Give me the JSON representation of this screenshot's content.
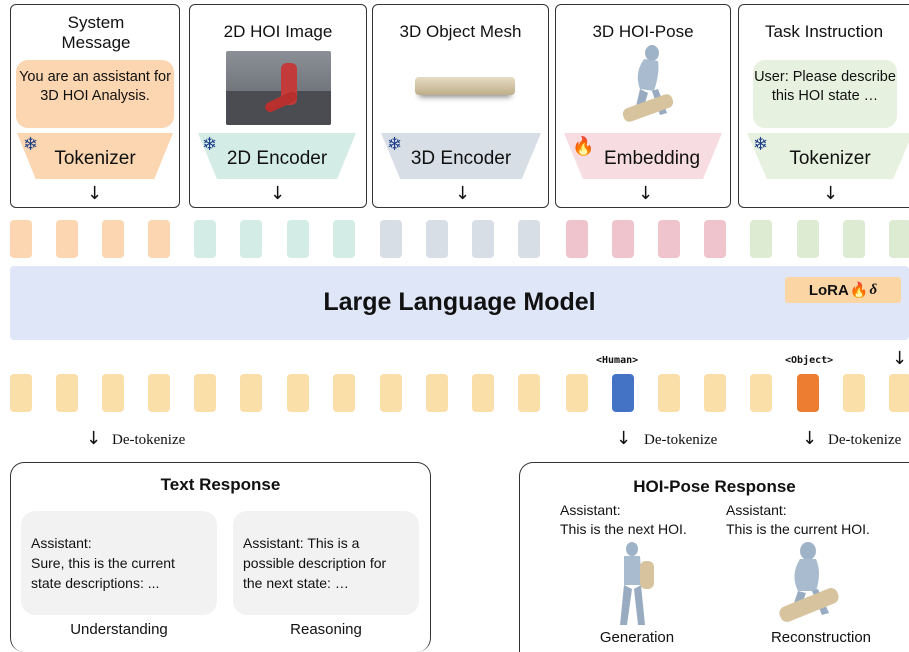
{
  "inputs": {
    "system_message": {
      "title": "System Message",
      "text": "You are an assistant for 3D HOI Analysis.",
      "module": "Tokenizer",
      "module_icon": "snowflake-icon"
    },
    "hoi_image": {
      "title": "2D HOI Image",
      "module": "2D Encoder",
      "module_icon": "snowflake-icon"
    },
    "object_mesh": {
      "title": "3D Object Mesh",
      "module": "3D Encoder",
      "module_icon": "snowflake-icon"
    },
    "hoi_pose": {
      "title": "3D HOI-Pose",
      "module": "Embedding",
      "module_icon": "fire-icon"
    },
    "task_instruction": {
      "title": "Task Instruction",
      "text": "User: Please describe this HOI state …",
      "module": "Tokenizer",
      "module_icon": "snowflake-icon"
    }
  },
  "llm": {
    "title": "Large Language Model",
    "lora_label": "LoRA",
    "lora_symbol": "δ"
  },
  "output_tokens": {
    "human_tag": "<Human>",
    "object_tag": "<Object>"
  },
  "detokenize_label": "De-tokenize",
  "text_response": {
    "title": "Text Response",
    "understanding_text": "Assistant:\nSure, this is the current state descriptions: ...",
    "reasoning_text": "Assistant: This is a possible description for the next state: …",
    "understanding_caption": "Understanding",
    "reasoning_caption": "Reasoning"
  },
  "hoi_pose_response": {
    "title": "HOI-Pose Response",
    "next_text": "Assistant:\nThis is the next HOI.",
    "current_text": "Assistant:\nThis is the current HOI.",
    "generation_caption": "Generation",
    "reconstruction_caption": "Reconstruction"
  },
  "colors": {
    "system": "#fbd6b0",
    "image": "#d3ece6",
    "mesh": "#d7dee6",
    "pose": "#efc4cc",
    "task": "#dcebd2",
    "output": "#fbdfa8",
    "human": "#4472c4",
    "object": "#ed7d31",
    "llm": "#dfe6f7",
    "lora": "#fbd6a4"
  }
}
